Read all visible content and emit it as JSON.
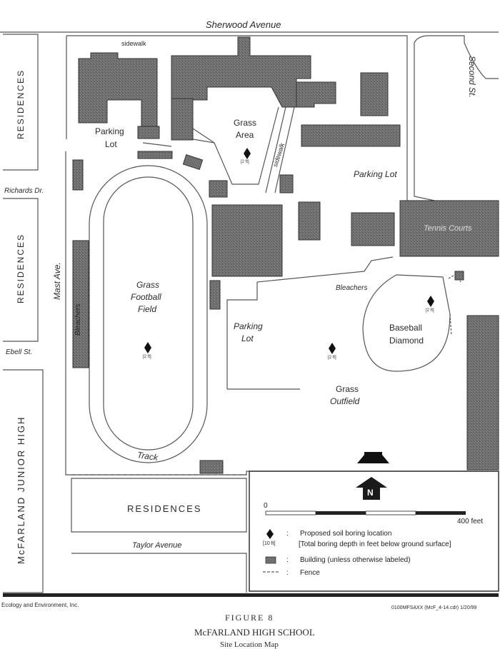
{
  "map": {
    "streets": {
      "sherwood": "Sherwood Avenue",
      "second": "Second St.",
      "richards": "Richards Dr.",
      "mast": "Mast Ave.",
      "ebell": "Ebell St.",
      "taylor": "Taylor Avenue"
    },
    "areas": {
      "residences_nw": "RESIDENCES",
      "residences_w": "RESIDENCES",
      "residences_s": "RESIDENCES",
      "junior_high": "McFARLAND JUNIOR HIGH",
      "sidewalk_top": "sidewalk",
      "sidewalk_diag": "sidewalk",
      "parking_lot_nw_1": "Parking",
      "parking_lot_nw_2": "Lot",
      "grass_area_1": "Grass",
      "grass_area_2": "Area",
      "parking_lot_ne": "Parking Lot",
      "tennis_courts": "Tennis Courts",
      "bleachers_west": "Bleachers",
      "bleachers_east": "Bleachers",
      "football_1": "Grass",
      "football_2": "Football",
      "football_3": "Field",
      "parking_lot_c_1": "Parking",
      "parking_lot_c_2": "Lot",
      "baseball_1": "Baseball",
      "baseball_2": "Diamond",
      "outfield_1": "Grass",
      "outfield_2": "Outfield",
      "track": "Track"
    },
    "boring_depths": {
      "grass_area": "[2 ft]",
      "football": "[2 ft]",
      "outfield": "[2 ft]",
      "baseball": "[2 ft]"
    }
  },
  "legend": {
    "north": "N",
    "scale_start": "0",
    "scale_end": "400 feet",
    "items": [
      {
        "symbol_label": "",
        "text": "Proposed soil boring location"
      },
      {
        "symbol_label": "[10 ft]",
        "text": "[Total boring depth in feet below ground surface]"
      },
      {
        "symbol_label": "",
        "text": "Building (unless otherwise labeled)"
      },
      {
        "symbol_label": "",
        "text": "Fence"
      }
    ],
    "colon": ":"
  },
  "footer": {
    "left": "Ecology and Environment, Inc.",
    "right": "0100MFSAXX (McF_4-14.cdr) 1/20/99",
    "figure": "FIGURE 8",
    "school": "McFARLAND HIGH SCHOOL",
    "subtitle": "Site Location Map"
  }
}
